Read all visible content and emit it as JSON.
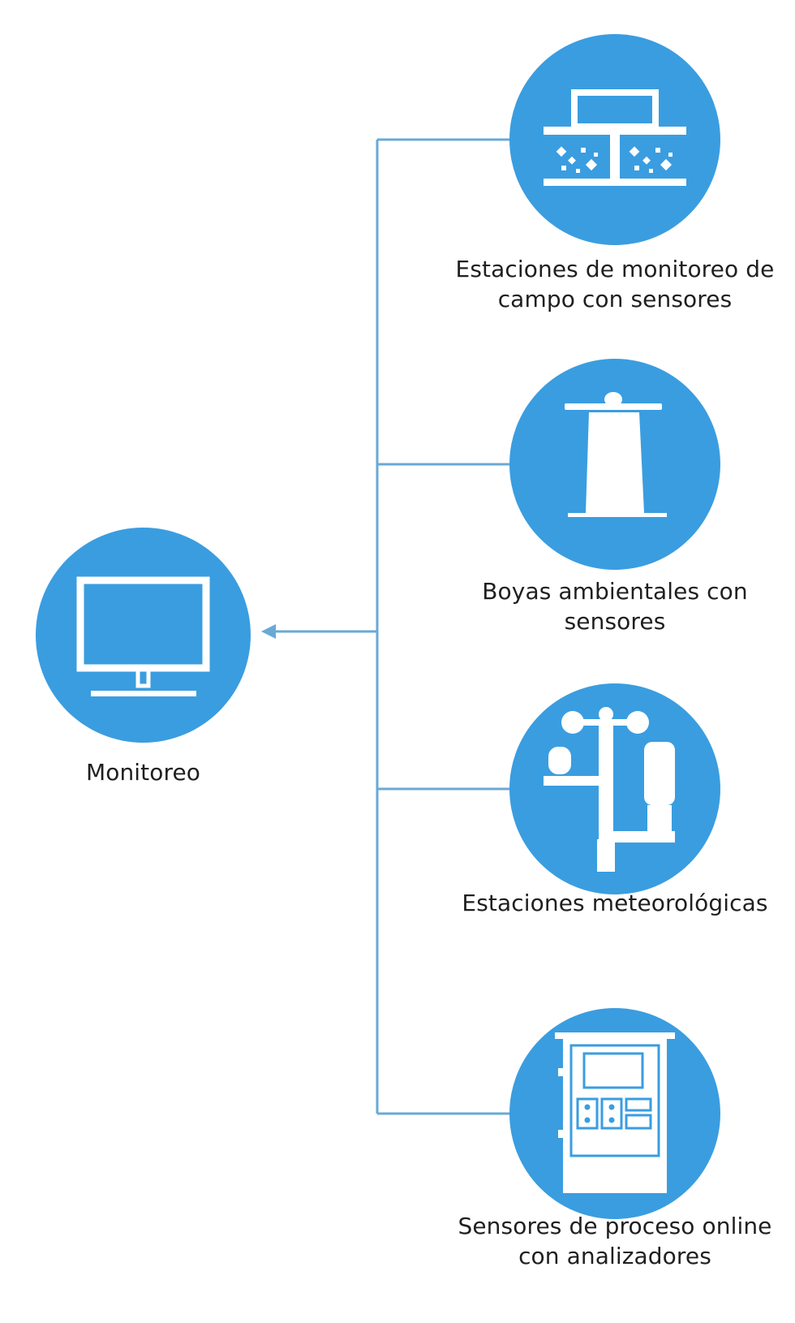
{
  "colors": {
    "circle": "#3a9de0",
    "icon": "#ffffff",
    "line": "#6aa9d4",
    "text": "#1f1f1f"
  },
  "center": {
    "label": "Monitoreo",
    "icon": "monitor-icon"
  },
  "sources": [
    {
      "label_lines": [
        "Estaciones de monitoreo de",
        "campo con sensores"
      ],
      "icon": "field-station-icon"
    },
    {
      "label_lines": [
        "Boyas ambientales con",
        "sensores"
      ],
      "icon": "buoy-icon"
    },
    {
      "label_lines": [
        "Estaciones meteorológicas"
      ],
      "icon": "weather-station-icon"
    },
    {
      "label_lines": [
        "Sensores de proceso online",
        "con analizadores"
      ],
      "icon": "analyzer-cabinet-icon"
    }
  ]
}
